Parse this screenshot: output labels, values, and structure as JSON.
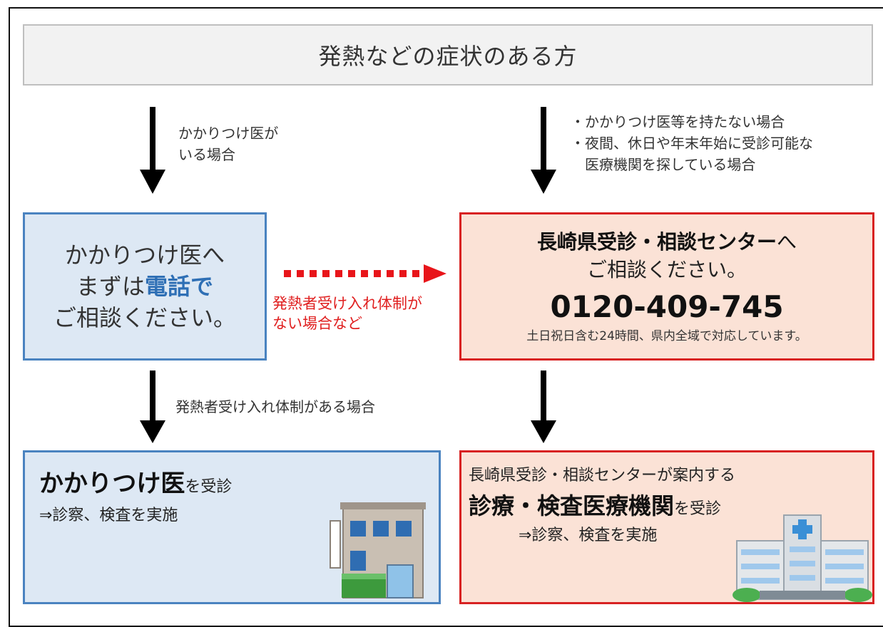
{
  "header": {
    "title": "発熱などの症状のある方"
  },
  "conditions": {
    "has_doctor": "かかりつけ医が\nいる場合",
    "no_doctor": "・かかりつけ医等を持たない場合\n・夜間、休日や年末年始に受診可能な\n　医療機関を探している場合",
    "accepting": "発熱者受け入れ体制がある場合",
    "not_accepting": "発熱者受け入れ体制が\nない場合など"
  },
  "clinic_box": {
    "line1": "かかりつけ医へ",
    "line2_pre": "まずは",
    "line2_accent": "電話で",
    "line3": "ご相談ください。"
  },
  "center_box": {
    "name_bold": "長崎県受診・相談センター",
    "name_suffix": "へ",
    "line2": "ご相談ください。",
    "phone": "0120-409-745",
    "hours": "土日祝日含む24時間、県内全域で対応しています。"
  },
  "clinic_visit": {
    "title_bold": "かかりつけ医",
    "title_suffix": "を受診",
    "note": "⇒診察、検査を実施"
  },
  "center_visit": {
    "line1": "長崎県受診・相談センターが案内する",
    "line2_bold": "診療・検査医療機関",
    "line2_suffix": "を受診",
    "note": "⇒診察、検査を実施"
  },
  "colors": {
    "blue_fill": "#dde8f4",
    "blue_border": "#4a83c0",
    "peach_fill": "#fbe2d6",
    "red_border": "#d82222",
    "accent_blue": "#2e6fb5",
    "note_red": "#e02020"
  },
  "icons": [
    "down-arrow-icon",
    "dotted-right-arrow-icon",
    "clinic-building-icon",
    "hospital-building-icon"
  ]
}
